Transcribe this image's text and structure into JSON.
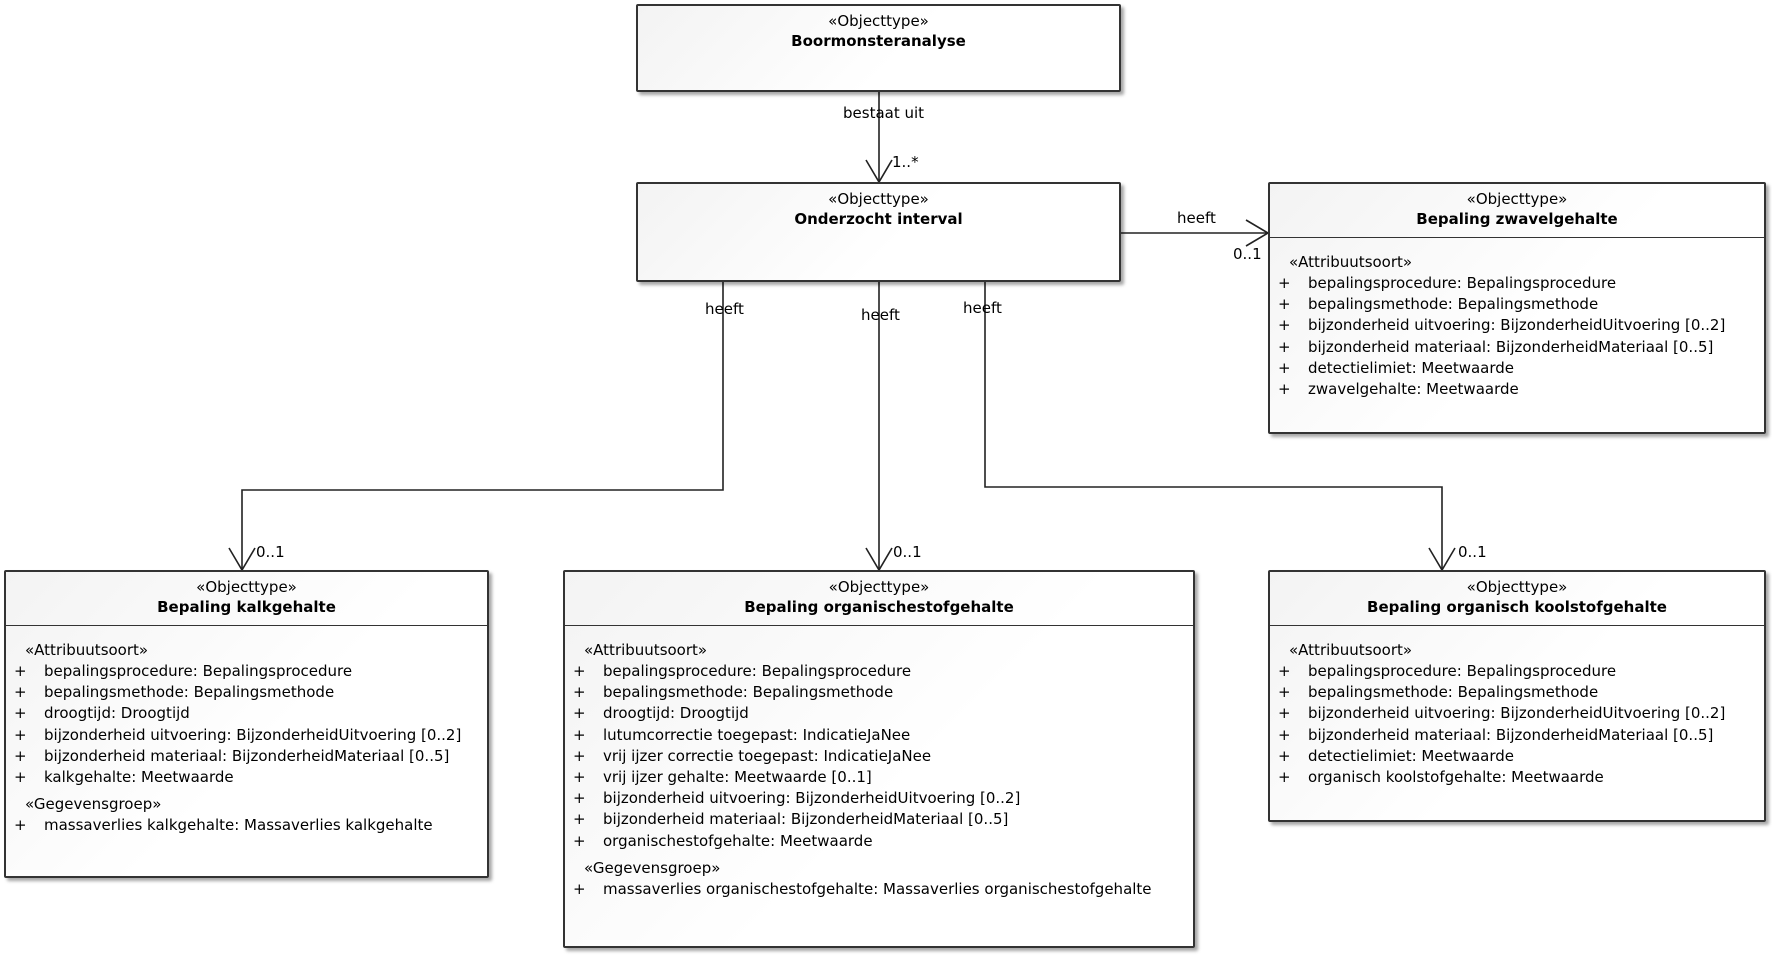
{
  "classes": [
    {
      "id": "boormonsteranalyse",
      "stereotype": "«Objecttype»",
      "name": "Boormonsteranalyse",
      "sections": []
    },
    {
      "id": "onderzocht-interval",
      "stereotype": "«Objecttype»",
      "name": "Onderzocht interval",
      "sections": []
    },
    {
      "id": "bepaling-zwavelgehalte",
      "stereotype": "«Objecttype»",
      "name": "Bepaling zwavelgehalte",
      "sections": [
        {
          "title": "«Attribuutsoort»",
          "items": [
            {
              "vis": "+",
              "text": "bepalingsprocedure: Bepalingsprocedure"
            },
            {
              "vis": "+",
              "text": "bepalingsmethode: Bepalingsmethode"
            },
            {
              "vis": "+",
              "text": "bijzonderheid uitvoering: BijzonderheidUitvoering [0..2]"
            },
            {
              "vis": "+",
              "text": "bijzonderheid materiaal: BijzonderheidMateriaal [0..5]"
            },
            {
              "vis": "+",
              "text": "detectielimiet: Meetwaarde"
            },
            {
              "vis": "+",
              "text": "zwavelgehalte: Meetwaarde"
            }
          ]
        }
      ]
    },
    {
      "id": "bepaling-kalkgehalte",
      "stereotype": "«Objecttype»",
      "name": "Bepaling kalkgehalte",
      "sections": [
        {
          "title": "«Attribuutsoort»",
          "items": [
            {
              "vis": "+",
              "text": "bepalingsprocedure: Bepalingsprocedure"
            },
            {
              "vis": "+",
              "text": "bepalingsmethode: Bepalingsmethode"
            },
            {
              "vis": "+",
              "text": "droogtijd: Droogtijd"
            },
            {
              "vis": "+",
              "text": "bijzonderheid uitvoering: BijzonderheidUitvoering [0..2]"
            },
            {
              "vis": "+",
              "text": "bijzonderheid materiaal: BijzonderheidMateriaal [0..5]"
            },
            {
              "vis": "+",
              "text": "kalkgehalte: Meetwaarde"
            }
          ]
        },
        {
          "title": "«Gegevensgroep»",
          "items": [
            {
              "vis": "+",
              "text": "massaverlies kalkgehalte: Massaverlies kalkgehalte"
            }
          ]
        }
      ]
    },
    {
      "id": "bepaling-organischestofgehalte",
      "stereotype": "«Objecttype»",
      "name": "Bepaling organischestofgehalte",
      "sections": [
        {
          "title": "«Attribuutsoort»",
          "items": [
            {
              "vis": "+",
              "text": "bepalingsprocedure: Bepalingsprocedure"
            },
            {
              "vis": "+",
              "text": "bepalingsmethode: Bepalingsmethode"
            },
            {
              "vis": "+",
              "text": "droogtijd: Droogtijd"
            },
            {
              "vis": "+",
              "text": "lutumcorrectie toegepast: IndicatieJaNee"
            },
            {
              "vis": "+",
              "text": "vrij ijzer correctie toegepast: IndicatieJaNee"
            },
            {
              "vis": "+",
              "text": "vrij ijzer gehalte: Meetwaarde [0..1]"
            },
            {
              "vis": "+",
              "text": "bijzonderheid uitvoering: BijzonderheidUitvoering [0..2]"
            },
            {
              "vis": "+",
              "text": "bijzonderheid materiaal: BijzonderheidMateriaal [0..5]"
            },
            {
              "vis": "+",
              "text": "organischestofgehalte: Meetwaarde"
            }
          ]
        },
        {
          "title": "«Gegevensgroep»",
          "items": [
            {
              "vis": "+",
              "text": "massaverlies organischestofgehalte: Massaverlies organischestofgehalte"
            }
          ]
        }
      ]
    },
    {
      "id": "bepaling-organisch-koolstofgehalte",
      "stereotype": "«Objecttype»",
      "name": "Bepaling organisch koolstofgehalte",
      "sections": [
        {
          "title": "«Attribuutsoort»",
          "items": [
            {
              "vis": "+",
              "text": "bepalingsprocedure: Bepalingsprocedure"
            },
            {
              "vis": "+",
              "text": "bepalingsmethode: Bepalingsmethode"
            },
            {
              "vis": "+",
              "text": "bijzonderheid uitvoering: BijzonderheidUitvoering [0..2]"
            },
            {
              "vis": "+",
              "text": "bijzonderheid materiaal: BijzonderheidMateriaal [0..5]"
            },
            {
              "vis": "+",
              "text": "detectielimiet: Meetwaarde"
            },
            {
              "vis": "+",
              "text": "organisch koolstofgehalte: Meetwaarde"
            }
          ]
        }
      ]
    }
  ],
  "associations": [
    {
      "id": "bestaat-uit",
      "from": "boormonsteranalyse",
      "to": "onderzocht-interval",
      "label": "bestaat uit",
      "multiplicity": "1..*"
    },
    {
      "id": "heeft-zwavel",
      "from": "onderzocht-interval",
      "to": "bepaling-zwavelgehalte",
      "label": "heeft",
      "multiplicity": "0..1"
    },
    {
      "id": "heeft-kalk",
      "from": "onderzocht-interval",
      "to": "bepaling-kalkgehalte",
      "label": "heeft",
      "multiplicity": "0..1"
    },
    {
      "id": "heeft-organischestof",
      "from": "onderzocht-interval",
      "to": "bepaling-organischestofgehalte",
      "label": "heeft",
      "multiplicity": "0..1"
    },
    {
      "id": "heeft-koolstof",
      "from": "onderzocht-interval",
      "to": "bepaling-organisch-koolstofgehalte",
      "label": "heeft",
      "multiplicity": "0..1"
    }
  ]
}
